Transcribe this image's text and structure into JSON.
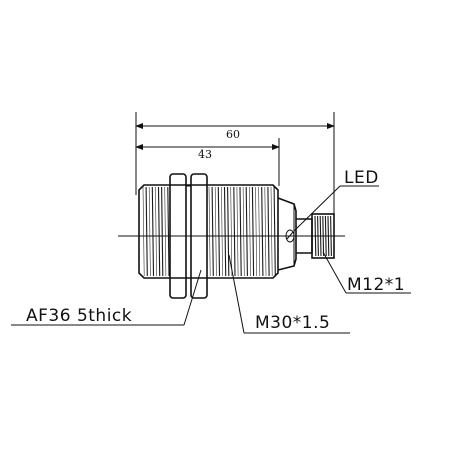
{
  "drawing": {
    "dimensions": {
      "overall_length": "60",
      "thread_length": "43"
    },
    "callouts": {
      "led": "LED",
      "connector_thread": "M12*1",
      "nut_spec": "AF36 5thick",
      "body_thread": "M30*1.5"
    }
  }
}
